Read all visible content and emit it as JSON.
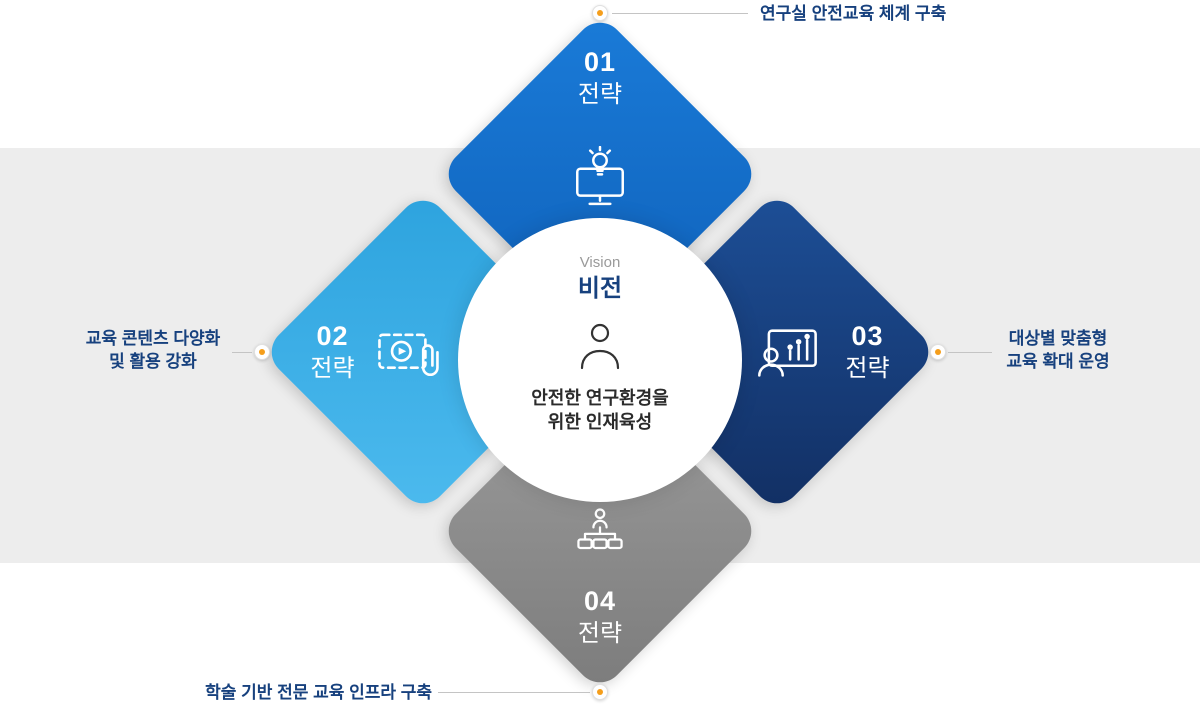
{
  "center": {
    "vision_label": "Vision",
    "vision_title": "비전",
    "statement_lines": [
      "안전한 연구환경을",
      "위한 인재육성"
    ],
    "icon": "person-icon"
  },
  "strategies": [
    {
      "number": "01",
      "title": "전략",
      "icon": "monitor-idea-icon",
      "callout_lines": [
        "연구실 안전교육 체계 구축"
      ]
    },
    {
      "number": "02",
      "title": "전략",
      "icon": "video-content-icon",
      "callout_lines": [
        "교육 콘텐츠 다양화",
        "및 활용 강화"
      ]
    },
    {
      "number": "03",
      "title": "전략",
      "icon": "audience-chart-icon",
      "callout_lines": [
        "대상별 맞춤형",
        "교육 확대 운영"
      ]
    },
    {
      "number": "04",
      "title": "전략",
      "icon": "org-structure-icon",
      "callout_lines": [
        "학술 기반 전문 교육 인프라 구축"
      ]
    }
  ],
  "colors": {
    "strategy_01_blue": "#1371cd",
    "strategy_02_lightblue": "#38a9e2",
    "strategy_03_navy": "#16407f",
    "strategy_04_gray": "#8d8d8d",
    "callout_navy": "#17417e",
    "dot_orange": "#f59e1b",
    "band_gray": "#ededed"
  }
}
